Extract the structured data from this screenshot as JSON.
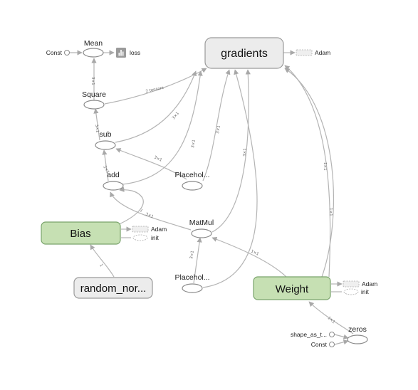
{
  "colors": {
    "edge": "#b4b4b4",
    "node_stroke": "#8a8a8a",
    "group_fill": "#c6e0b3",
    "group_stroke": "#79a36b",
    "meta_fill": "#ececec",
    "meta_stroke": "#9a9a9a"
  },
  "nodes": {
    "mean": "Mean",
    "const_top": "Const",
    "loss": "loss",
    "square": "Square",
    "sub": "sub",
    "add": "add",
    "placeholder_top": "Placehol...",
    "matmul": "MatMul",
    "placeholder_bottom": "Placehol...",
    "gradients": "gradients",
    "bias": "Bias",
    "random_normal": "random_nor...",
    "weight": "Weight",
    "zeros": "zeros",
    "shape_as_tensor": "shape_as_t...",
    "const_bottom": "Const"
  },
  "aux": {
    "adam_gradients": "Adam",
    "adam_bias": "Adam",
    "init_bias": "init",
    "adam_weight": "Adam",
    "init_weight": "init"
  },
  "icons": {
    "loss": "summary-chart-icon"
  },
  "edge_labels": {
    "square_to_mean": "3×1",
    "square_to_gradients": "2 tensors",
    "sub_to_square": "3×1",
    "add_to_sub": "3×1",
    "placeholder_to_sub": "3×1",
    "sub_to_gradients": "3×1",
    "add_to_gradients": "3×1",
    "placeholder_to_gradients": "3×1",
    "matmul_to_gradients": "3×1",
    "bias_to_add": "1",
    "matmul_to_add": "3×1",
    "random_to_bias": "1",
    "placeholder_to_matmul": "3×1",
    "weight_to_matmul": "1×1",
    "weight_to_gradients_a": "1×1",
    "weight_to_gradients_b": "1×1",
    "zeros_to_weight": "1×1"
  }
}
